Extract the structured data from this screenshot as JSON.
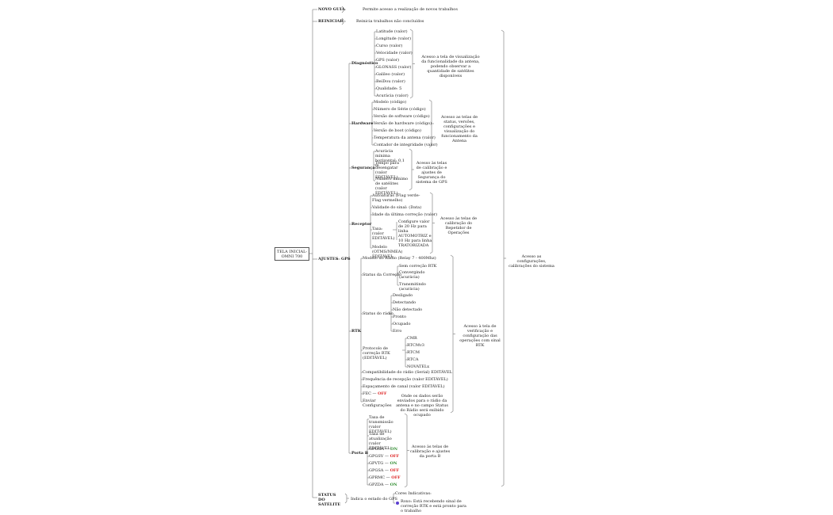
{
  "root": "TELA INICIAL- OMNI 700",
  "novo_guia": {
    "label": "NOVO GUIA",
    "desc": "Permite acesso a realização de novos trabalhos"
  },
  "reiniciar": {
    "label": "REINICIAR",
    "desc": "Reinicia trabalhos não concluídos"
  },
  "ajustes": {
    "label": "AJUSTES",
    "desc": "Acesso as configurações, calibrações do sistema",
    "gps": {
      "label": "GPS",
      "diagnostico": {
        "label": "Diagnóstico",
        "items": [
          "Latitude (valor)",
          "Longitude (valor)",
          "Curso (valor)",
          "Velocidade (valor)",
          "GPS (valor)",
          "GLONASS (valor)",
          "Galileo (valor)",
          "BeiDou (valor)",
          "Qualidade: 5",
          "Acurácia (valor)"
        ],
        "desc": "Acesso a tela de visualização da funcionalidade da antena, podendo observar a quantidade de satélites disponíveis"
      },
      "hardware": {
        "label": "Hardware",
        "items": [
          "Modelo (código)",
          "Número de Série (código)",
          "Versão de software (código)",
          "Versão de hardware (código)",
          "Versão de boot (código)",
          "Temperatura da antena (valor)",
          "Contador de integridade (valor)"
        ],
        "desc": "Acesso as telas de status, versões, configurações e visualização do funcionamento da Antena"
      },
      "seguranca": {
        "label": "Segurança",
        "items": [
          "Acurácia mínima horizontal: 0,1 m",
          "Tempo para desengatar (valor EDITÁVEL)",
          "Número mínimo de satélites (valor EDITÁVEL)"
        ],
        "desc": "Acesso às telas de calibração e ajustes de Segurança do sistema de GPS"
      },
      "receptor": {
        "label": "Receptor",
        "items_top": [
          "Autoaturas (Flag verde-Flag vermelho)",
          "Validade do sinal: (Data)",
          "Idade da última correção (valor)"
        ],
        "taxa_label": "Taxa: (valor EDITÁVEL)",
        "taxa_note": "Configure valor de 20 Hz para linha AUTOMOTRIZ e 10 Hz para linha TRATORIZADA",
        "modelo": "Modelo (OTMS/NMEA) EDITÁVEL",
        "desc": "Acesso às telas de calibração do Repetidor de Operações"
      },
      "rtk": {
        "label": "RTK",
        "modelo_radio": "Modelo do Rádio (Relay 7 - 400Mhz)",
        "status_correcao": {
          "label": "Status da Correção",
          "items": [
            "Sem correção RTK",
            "Convergindo (acurácia)",
            "Transmitindo (acurácia)"
          ]
        },
        "status_radio": {
          "label": "Status do rádio",
          "items": [
            "Desligado",
            "Detectando",
            "Não detectado",
            "Pronto",
            "Ocupado",
            "Erro"
          ]
        },
        "protocolo": {
          "label": "Protocolo de correção RTK (EDITÁVEL)",
          "items": [
            "CMR",
            "RTCMv3",
            "RTCM",
            "RTCA",
            "NOVATELx"
          ]
        },
        "items_bottom": [
          "Compatibilidade do rádio (Serial) EDITÁVEL",
          "Frequência de recepção (valor EDITÁVEL)",
          "Espaçamento de canal (valor EDITÁVEL)"
        ],
        "fec_label": "FEC",
        "fec_state": "OFF",
        "enviar_label": "Enviar Configurações",
        "enviar_note": "Onde os dados serão enviados para o rádio da antena e no campo Status do Rádio será exibido ocupado",
        "desc": "Acesso à tela de verificação e configuração das operações com sinal RTK"
      },
      "porta_b": {
        "label": "Porta B",
        "items": [
          "Taxa de transmissão (valor EDITÁVEL)",
          "Taxa de atualização (valor EDITÁVEL)"
        ],
        "toggles": [
          {
            "name": "GPGGA",
            "state": "ON"
          },
          {
            "name": "GPGSV",
            "state": "OFF"
          },
          {
            "name": "GPVTG",
            "state": "ON"
          },
          {
            "name": "GPGSA",
            "state": "OFF"
          },
          {
            "name": "GPRMC",
            "state": "OFF"
          },
          {
            "name": "GPZDA",
            "state": "ON"
          }
        ],
        "desc": "Acesso às telas de calibração e ajustes da porta B"
      }
    }
  },
  "status_satelite": {
    "label": "STATUS DO SATÉLITE",
    "desc": "Indica o estado do GPS",
    "items": [
      "Cores Indicativas:",
      "Roxo: Está recebendo sinal de correção RTK e está pronto para o trabalho"
    ],
    "dot_color": "#5b3fd0"
  },
  "colors": {
    "line": "#888888",
    "on": "#2e8b2e",
    "off": "#dd2222"
  }
}
